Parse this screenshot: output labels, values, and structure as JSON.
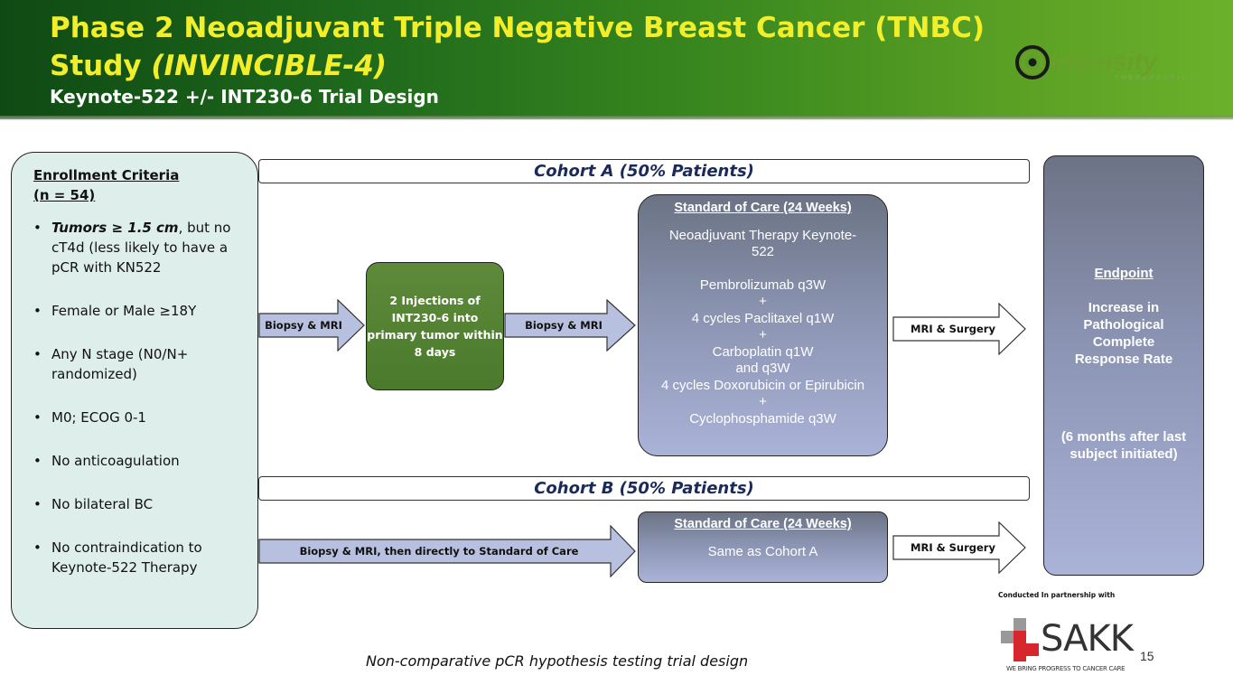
{
  "header": {
    "title_line1": "Phase 2 Neoadjuvant Triple Negative Breast Cancer (TNBC)",
    "title_line2_prefix": "Study ",
    "title_line2_italic": "(INVINCIBLE-4)",
    "subtitle": "Keynote-522 +/- INT230-6 Trial Design"
  },
  "logo": {
    "name": "Intensity",
    "sub": "THERAPEUTICS"
  },
  "enrollment": {
    "heading": "Enrollment Criteria",
    "n": "(n = 54)",
    "items": [
      {
        "bold": "Tumors ≥ 1.5 cm",
        "rest": ", but no cT4d (less likely to have a pCR with KN522"
      },
      {
        "text": "Female or Male ≥18Y"
      },
      {
        "text": "Any N stage (N0/N+ randomized)"
      },
      {
        "text": "M0; ECOG 0-1"
      },
      {
        "text": "No anticoagulation"
      },
      {
        "text": "No bilateral BC"
      },
      {
        "text": "No contraindication to Keynote-522 Therapy"
      }
    ]
  },
  "cohort_a": {
    "title": "Cohort A (50% Patients)",
    "arrow1": "Biopsy & MRI",
    "injection": "2 Injections of INT230-6 into primary tumor within 8 days",
    "arrow2": "Biopsy & MRI",
    "soc_title": "Standard of Care (24 Weeks)",
    "soc_lines": [
      "Neoadjuvant Therapy Keynote-",
      "522",
      "",
      "Pembrolizumab q3W",
      "+",
      "4 cycles Paclitaxel q1W",
      "+",
      "Carboplatin q1W",
      "and q3W",
      "4 cycles Doxorubicin or Epirubicin",
      "+",
      "Cyclophosphamide q3W"
    ],
    "arrow3": "MRI & Surgery"
  },
  "cohort_b": {
    "title": "Cohort B (50% Patients)",
    "arrow1": "Biopsy & MRI, then directly to Standard of Care",
    "soc_title": "Standard of Care (24 Weeks)",
    "soc_text": "Same as Cohort A",
    "arrow2": "MRI & Surgery"
  },
  "endpoint": {
    "title": "Endpoint",
    "text": "Increase in Pathological Complete Response Rate",
    "note": "(6 months after last subject initiated)"
  },
  "partner": {
    "label": "Conducted In partnership with",
    "logo_name": "SAKK",
    "logo_tagline": "WE BRING PROGRESS TO CANCER CARE"
  },
  "page_number": "15",
  "footnote": "Non-comparative pCR hypothesis testing trial design"
}
